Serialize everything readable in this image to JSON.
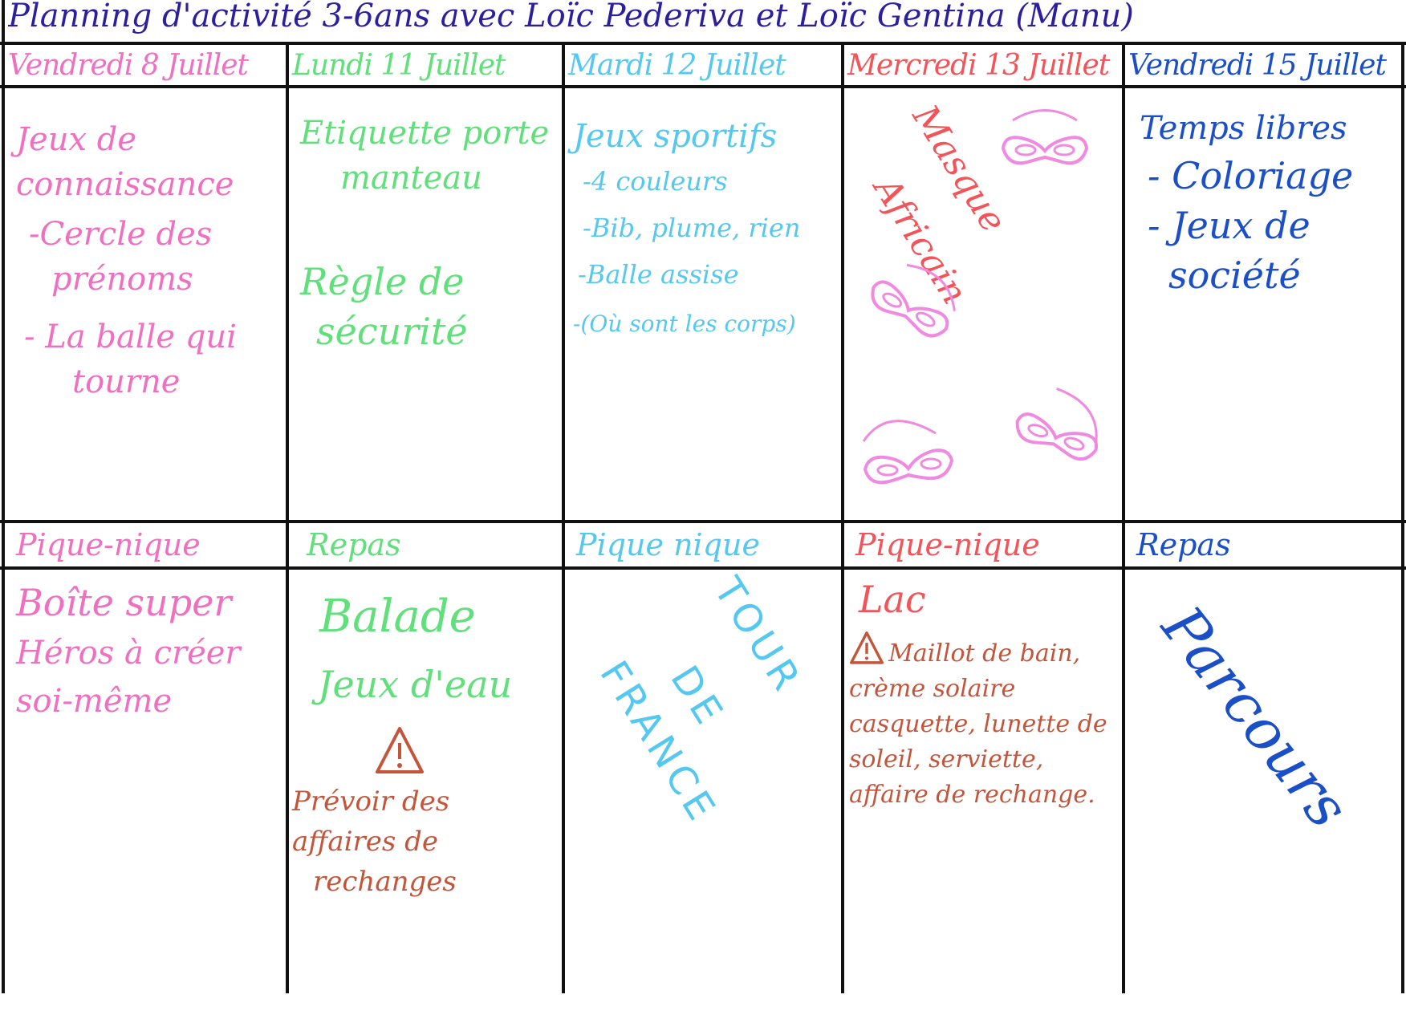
{
  "title": "Planning d'activité 3-6ans avec Loïc Pederiva et Loïc Gentina (Manu)",
  "columns": [
    {
      "day": "Vendredi 8 Juillet",
      "morning": [
        "Jeux de",
        "connaissance",
        "-Cercle des",
        "prénoms",
        "- La balle qui",
        "tourne"
      ],
      "lunch": "Pique-nique",
      "afternoon": [
        "Boîte super",
        "Héros à créer",
        "soi-même"
      ]
    },
    {
      "day": "Lundi 11 Juillet",
      "morning": [
        "Etiquette porte",
        "manteau",
        "Règle de",
        "sécurité"
      ],
      "lunch": "Repas",
      "afternoon": [
        "Balade",
        "Jeux d'eau"
      ],
      "afternoon_warning": [
        "Prévoir des",
        "affaires de",
        "rechanges"
      ]
    },
    {
      "day": "Mardi 12 Juillet",
      "morning": [
        "Jeux sportifs",
        "-4 couleurs",
        "-Bib, plume, rien",
        "-Balle assise",
        "-(Où sont les corps)"
      ],
      "lunch": "Pique nique",
      "afternoon": [
        "TOUR",
        "DE",
        "FRANCE"
      ]
    },
    {
      "day": "Mercredi 13 Juillet",
      "morning": [
        "Masque",
        "Africain"
      ],
      "lunch": "Pique-nique",
      "afternoon": [
        "Lac"
      ],
      "afternoon_warning": [
        "Maillot de bain,",
        "crème solaire",
        "casquette, lunette de",
        "soleil, serviette,",
        "affaire de rechange."
      ]
    },
    {
      "day": "Vendredi 15 Juillet",
      "morning": [
        "Temps libres",
        "- Coloriage",
        "- Jeux de",
        "société"
      ],
      "lunch": "Repas",
      "afternoon": [
        "Parcours"
      ]
    }
  ],
  "colors": {
    "title": "#2b1f9e",
    "col1": "#f06fc0",
    "col2": "#5fe07a",
    "col3": "#55c8f0",
    "col4": "#f2545a",
    "col5": "#1a4fc7",
    "warning": "#c4553a",
    "masks": "#f08ae0"
  },
  "icons": {
    "warning": "warning-triangle-icon",
    "mask": "carnival-mask-icon"
  }
}
